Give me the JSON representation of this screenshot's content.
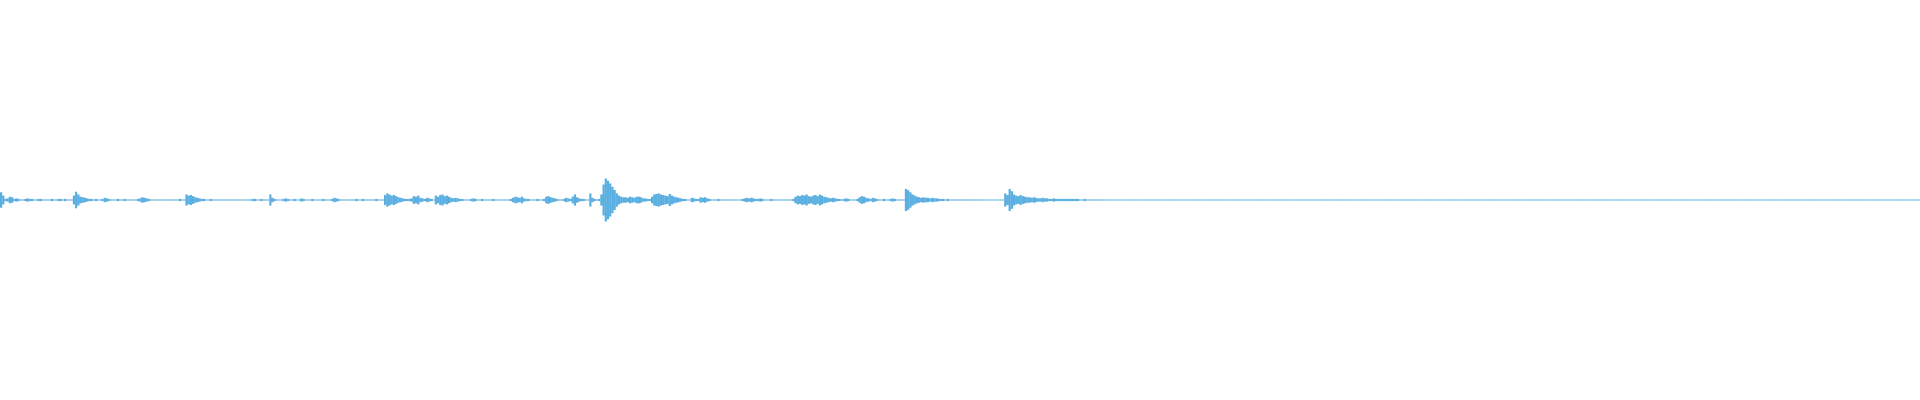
{
  "waveform": {
    "color": "#5aaee0",
    "background": "#ffffff",
    "samples": [
      0.14,
      0.08,
      0.02,
      0.03,
      0.06,
      0.05,
      0.02,
      0.03,
      0.02,
      0.01,
      0.01,
      0.02,
      0.03,
      0.02,
      0.02,
      0.01,
      0.01,
      0.02,
      0.02,
      0.01,
      0.01,
      0.01,
      0.01,
      0.02,
      0.01,
      0.01,
      0.02,
      0.02,
      0.01,
      0.02,
      0.01,
      0.01,
      0.01,
      0.08,
      0.15,
      0.1,
      0.06,
      0.05,
      0.04,
      0.03,
      0.02,
      0.02,
      0.01,
      0.02,
      0.01,
      0.01,
      0.02,
      0.04,
      0.03,
      0.02,
      0.01,
      0.01,
      0.01,
      0.02,
      0.01,
      0.01,
      0.02,
      0.01,
      0.01,
      0.01,
      0.01,
      0.01,
      0.02,
      0.03,
      0.05,
      0.04,
      0.03,
      0.02,
      0.01,
      0.01,
      0.01,
      0.01,
      0.01,
      0.01,
      0.01,
      0.01,
      0.01,
      0.01,
      0.01,
      0.01,
      0.01,
      0.02,
      0.01,
      0.01,
      0.1,
      0.08,
      0.09,
      0.07,
      0.05,
      0.04,
      0.03,
      0.02,
      0.02,
      0.01,
      0.01,
      0.02,
      0.01,
      0.01,
      0.01,
      0.01,
      0.01,
      0.01,
      0.01,
      0.01,
      0.01,
      0.0,
      0.01,
      0.01,
      0.01,
      0.0,
      0.01,
      0.01,
      0.01,
      0.01,
      0.02,
      0.02,
      0.01,
      0.01,
      0.02,
      0.01,
      0.01,
      0.01,
      0.1,
      0.04,
      0.02,
      0.01,
      0.01,
      0.01,
      0.02,
      0.03,
      0.02,
      0.01,
      0.01,
      0.02,
      0.01,
      0.01,
      0.03,
      0.02,
      0.01,
      0.01,
      0.01,
      0.02,
      0.01,
      0.01,
      0.01,
      0.01,
      0.02,
      0.01,
      0.01,
      0.01,
      0.02,
      0.04,
      0.03,
      0.02,
      0.01,
      0.01,
      0.01,
      0.01,
      0.01,
      0.01,
      0.01,
      0.02,
      0.01,
      0.01,
      0.02,
      0.01,
      0.01,
      0.01,
      0.01,
      0.01,
      0.02,
      0.01,
      0.01,
      0.01,
      0.09,
      0.12,
      0.1,
      0.08,
      0.09,
      0.07,
      0.05,
      0.04,
      0.03,
      0.02,
      0.02,
      0.02,
      0.03,
      0.07,
      0.06,
      0.08,
      0.04,
      0.03,
      0.02,
      0.04,
      0.03,
      0.02,
      0.01,
      0.08,
      0.06,
      0.09,
      0.1,
      0.07,
      0.08,
      0.06,
      0.04,
      0.03,
      0.04,
      0.03,
      0.02,
      0.02,
      0.01,
      0.01,
      0.01,
      0.02,
      0.03,
      0.02,
      0.01,
      0.01,
      0.02,
      0.01,
      0.01,
      0.01,
      0.01,
      0.02,
      0.01,
      0.01,
      0.01,
      0.0,
      0.01,
      0.01,
      0.01,
      0.02,
      0.04,
      0.06,
      0.05,
      0.04,
      0.06,
      0.03,
      0.02,
      0.02,
      0.01,
      0.01,
      0.01,
      0.02,
      0.01,
      0.01,
      0.02,
      0.06,
      0.07,
      0.05,
      0.04,
      0.03,
      0.02,
      0.01,
      0.01,
      0.02,
      0.04,
      0.03,
      0.02,
      0.06,
      0.1,
      0.05,
      0.03,
      0.02,
      0.02,
      0.01,
      0.01,
      0.12,
      0.04,
      0.02,
      0.01,
      0.02,
      0.1,
      0.28,
      0.39,
      0.35,
      0.3,
      0.24,
      0.18,
      0.12,
      0.08,
      0.06,
      0.05,
      0.05,
      0.04,
      0.06,
      0.05,
      0.04,
      0.06,
      0.06,
      0.05,
      0.03,
      0.03,
      0.02,
      0.02,
      0.06,
      0.1,
      0.11,
      0.12,
      0.1,
      0.09,
      0.08,
      0.07,
      0.11,
      0.08,
      0.06,
      0.05,
      0.04,
      0.03,
      0.02,
      0.02,
      0.01,
      0.01,
      0.04,
      0.03,
      0.02,
      0.02,
      0.05,
      0.04,
      0.05,
      0.03,
      0.02,
      0.01,
      0.01,
      0.01,
      0.02,
      0.01,
      0.01,
      0.01,
      0.01,
      0.01,
      0.01,
      0.01,
      0.01,
      0.0,
      0.01,
      0.02,
      0.03,
      0.04,
      0.03,
      0.04,
      0.03,
      0.02,
      0.02,
      0.03,
      0.02,
      0.01,
      0.01,
      0.01,
      0.02,
      0.01,
      0.01,
      0.0,
      0.01,
      0.01,
      0.0,
      0.01,
      0.01,
      0.01,
      0.02,
      0.06,
      0.08,
      0.07,
      0.09,
      0.08,
      0.1,
      0.07,
      0.06,
      0.08,
      0.09,
      0.07,
      0.1,
      0.08,
      0.06,
      0.05,
      0.04,
      0.03,
      0.04,
      0.03,
      0.02,
      0.02,
      0.01,
      0.02,
      0.03,
      0.02,
      0.01,
      0.01,
      0.01,
      0.02,
      0.05,
      0.07,
      0.06,
      0.04,
      0.03,
      0.02,
      0.04,
      0.03,
      0.02,
      0.01,
      0.01,
      0.02,
      0.01,
      0.01,
      0.02,
      0.03,
      0.02,
      0.01,
      0.01,
      0.01,
      0.01,
      0.2,
      0.18,
      0.14,
      0.1,
      0.08,
      0.06,
      0.05,
      0.04,
      0.05,
      0.04,
      0.04,
      0.03,
      0.04,
      0.03,
      0.03,
      0.02,
      0.02,
      0.02,
      0.01,
      0.02,
      0.01,
      0.01,
      0.01,
      0.01,
      0.01,
      0.01,
      0.01,
      0.01,
      0.01,
      0.01,
      0.01,
      0.01,
      0.0,
      0.0,
      0.01,
      0.01,
      0.0,
      0.0,
      0.0,
      0.0,
      0.0,
      0.0,
      0.0,
      0.0,
      0.0,
      0.12,
      0.09,
      0.2,
      0.16,
      0.1,
      0.08,
      0.07,
      0.09,
      0.07,
      0.06,
      0.05,
      0.05,
      0.04,
      0.05,
      0.04,
      0.03,
      0.03,
      0.04,
      0.03,
      0.03,
      0.02,
      0.02,
      0.03,
      0.02,
      0.02,
      0.02,
      0.02,
      0.02,
      0.02,
      0.02,
      0.02,
      0.02,
      0.02,
      0.02,
      0.01,
      0.01,
      0.02,
      0.01,
      0.01,
      0.01,
      0.01,
      0.01,
      0.01,
      0.01,
      0.01,
      0.0,
      0.0,
      0.0,
      0.0,
      0.0,
      0.0,
      0.0,
      0.0,
      0.0,
      0.0,
      0.0,
      0.0,
      0.0,
      0.0,
      0.0,
      0.0,
      0.0,
      0.0,
      0.0,
      0.0,
      0.0,
      0.0,
      0.0,
      0.0,
      0.0,
      0.0,
      0.0,
      0.0,
      0.0,
      0.0,
      0.0,
      0.0,
      0.0,
      0.0,
      0.0,
      0.0,
      0.0,
      0.0,
      0.0,
      0.0,
      0.0,
      0.0,
      0.0,
      0.0,
      0.0,
      0.0,
      0.0,
      0.0,
      0.0,
      0.0,
      0.0,
      0.0,
      0.0,
      0.0,
      0.0,
      0.0,
      0.0,
      0.0,
      0.0,
      0.0,
      0.0,
      0.0,
      0.0,
      0.0,
      0.0,
      0.0,
      0.0,
      0.0,
      0.0,
      0.0,
      0.0,
      0.0,
      0.0,
      0.0,
      0.0,
      0.0,
      0.0,
      0.0,
      0.0,
      0.0,
      0.0,
      0.0,
      0.0,
      0.0,
      0.0,
      0.0,
      0.0,
      0.0,
      0.0,
      0.0,
      0.0,
      0.0,
      0.0,
      0.0,
      0.01,
      0.0,
      0.0,
      0.0,
      0.0,
      0.01,
      0.0,
      0.0,
      0.0,
      0.0,
      0.0,
      0.01,
      0.0,
      0.0,
      0.0,
      0.0,
      0.0,
      0.0,
      0.0,
      0.0,
      0.0,
      0.0,
      0.0,
      0.0,
      0.0,
      0.0,
      0.0,
      0.0,
      0.0,
      0.0,
      0.0,
      0.0,
      0.0,
      0.0,
      0.0,
      0.0,
      0.0,
      0.0,
      0.0,
      0.0,
      0.0,
      0.0,
      0.0,
      0.0,
      0.0,
      0.0,
      0.0,
      0.0,
      0.0,
      0.0,
      0.0,
      0.0,
      0.0,
      0.0,
      0.0,
      0.0,
      0.0,
      0.0,
      0.0,
      0.0,
      0.0,
      0.0,
      0.0,
      0.0,
      0.0,
      0.0,
      0.0,
      0.0,
      0.0,
      0.0,
      0.0,
      0.0,
      0.0,
      0.0,
      0.0,
      0.0,
      0.0,
      0.0,
      0.0,
      0.0,
      0.0,
      0.0,
      0.0,
      0.0,
      0.0,
      0.0,
      0.0,
      0.0,
      0.0,
      0.0,
      0.0,
      0.0,
      0.0,
      0.0,
      0.0,
      0.0,
      0.0,
      0.0,
      0.0,
      0.0,
      0.0,
      0.0,
      0.0,
      0.0,
      0.0,
      0.0,
      0.0,
      0.0,
      0.0,
      0.0,
      0.0,
      0.0,
      0.0,
      0.0,
      0.0,
      0.0,
      0.0,
      0.0,
      0.0,
      0.0,
      0.0,
      0.0,
      0.0,
      0.0,
      0.0,
      0.0,
      0.0,
      0.0,
      0.0,
      0.0,
      0.0,
      0.0,
      0.0,
      0.0,
      0.0,
      0.0,
      0.0,
      0.0,
      0.0,
      0.0,
      0.0,
      0.0,
      0.0,
      0.0,
      0.0,
      0.0,
      0.0,
      0.0,
      0.0,
      0.0,
      0.0,
      0.0,
      0.0,
      0.0,
      0.0,
      0.0,
      0.0,
      0.0,
      0.0,
      0.0,
      0.0,
      0.0,
      0.0,
      0.0,
      0.0,
      0.0,
      0.0,
      0.0,
      0.0,
      0.0,
      0.0,
      0.0,
      0.0,
      0.0,
      0.0,
      0.0,
      0.0,
      0.0,
      0.0,
      0.0,
      0.0,
      0.0,
      0.0,
      0.0,
      0.0,
      0.0,
      0.0,
      0.0,
      0.0,
      0.0,
      0.0,
      0.0,
      0.0,
      0.0,
      0.0,
      0.0,
      0.0,
      0.0,
      0.0,
      0.0,
      0.0,
      0.0,
      0.0,
      0.0,
      0.0,
      0.0,
      0.0,
      0.0,
      0.0,
      0.0,
      0.0,
      0.0,
      0.0,
      0.0,
      0.0,
      0.0,
      0.0,
      0.0,
      0.0,
      0.0,
      0.0,
      0.0,
      0.0,
      0.0,
      0.0,
      0.0,
      0.0,
      0.0,
      0.0,
      0.0,
      0.0,
      0.0,
      0.0,
      0.0,
      0.0,
      0.0,
      0.0,
      0.0,
      0.0,
      0.0,
      0.0,
      0.0,
      0.0,
      0.0,
      0.0,
      0.0,
      0.0,
      0.0,
      0.0,
      0.0,
      0.0,
      0.0,
      0.0,
      0.0,
      0.0,
      0.0,
      0.0,
      0.0,
      0.0,
      0.0,
      0.0,
      0.0,
      0.0,
      0.0,
      0.0,
      0.0,
      0.0,
      0.0,
      0.0,
      0.0,
      0.0,
      0.0,
      0.0,
      0.0,
      0.0,
      0.0
    ]
  }
}
